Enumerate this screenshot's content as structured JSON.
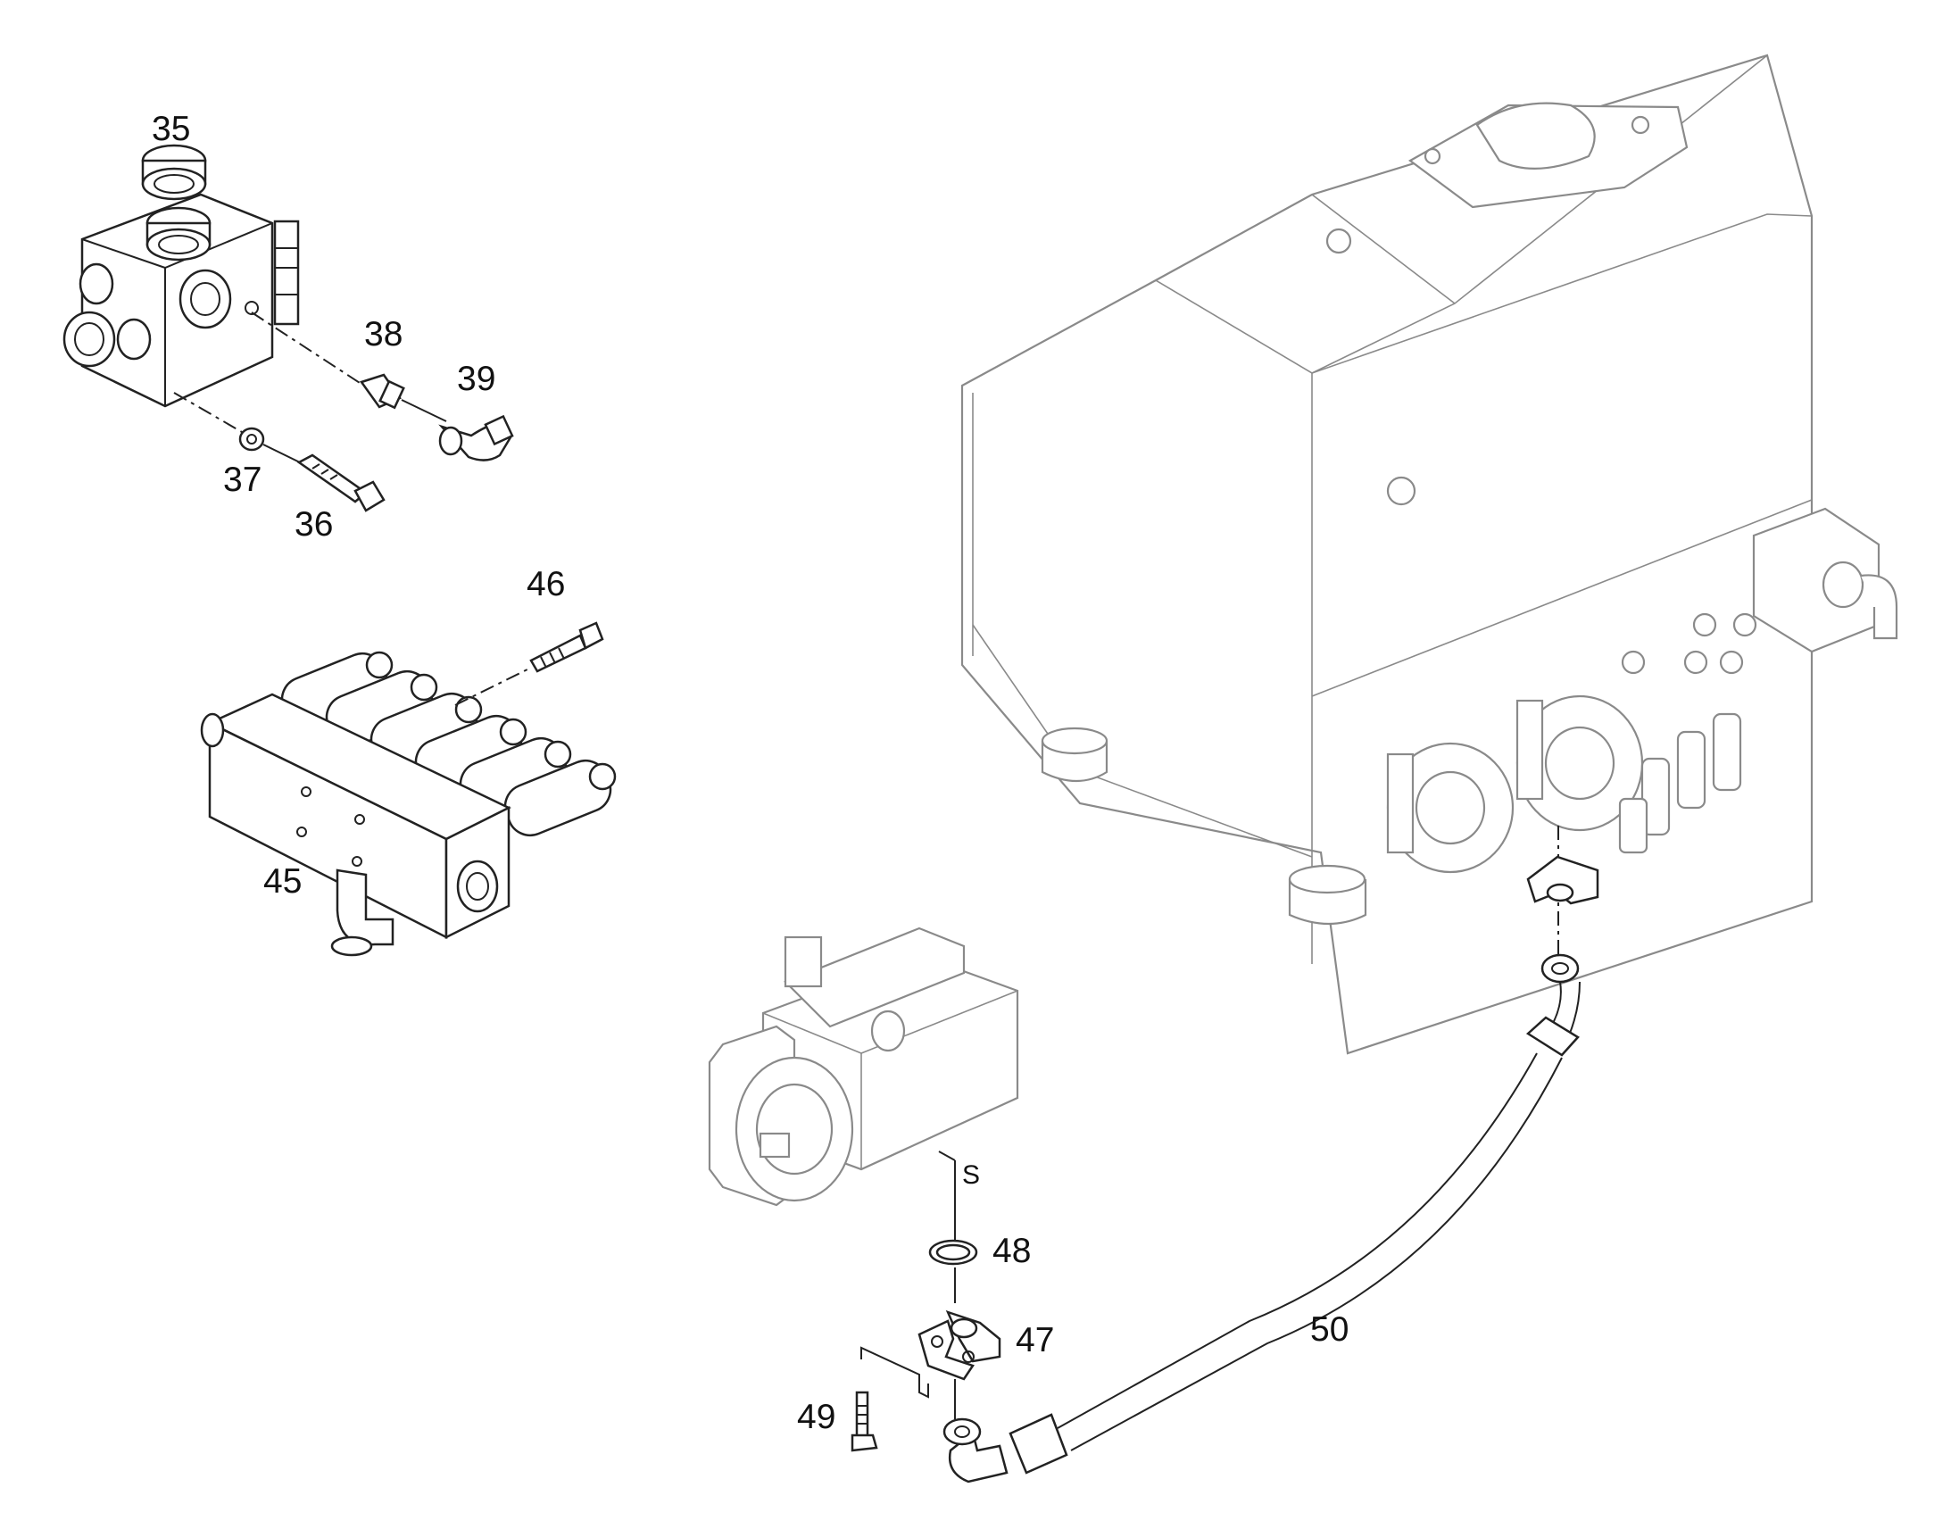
{
  "callouts": {
    "c35": "35",
    "c36": "36",
    "c37": "37",
    "c38": "38",
    "c39": "39",
    "c45": "45",
    "c46": "46",
    "c47": "47",
    "c48": "48",
    "c49": "49",
    "c50": "50",
    "s": "S"
  }
}
